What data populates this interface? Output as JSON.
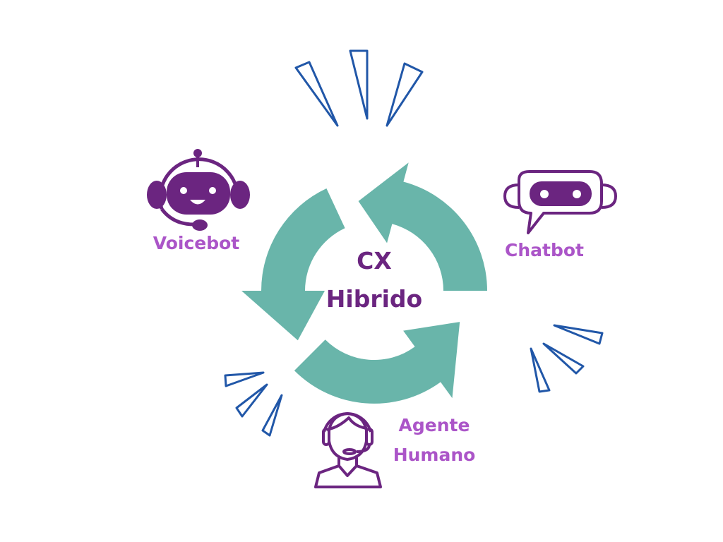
{
  "center": {
    "line1": "CX",
    "line2": "Hibrido"
  },
  "nodes": [
    {
      "label": "Voicebot",
      "icon": "voicebot-robot-headset-icon"
    },
    {
      "label": "Chatbot",
      "icon": "chatbot-speech-bubble-icon"
    },
    {
      "label_line1": "Agente",
      "label_line2": "Humano",
      "icon": "human-agent-headset-icon"
    }
  ],
  "colors": {
    "arrow": "#69b5aa",
    "title": "#6b2580",
    "label": "#ab55c8",
    "spark": "#2157a8",
    "icon": "#6b2580"
  }
}
